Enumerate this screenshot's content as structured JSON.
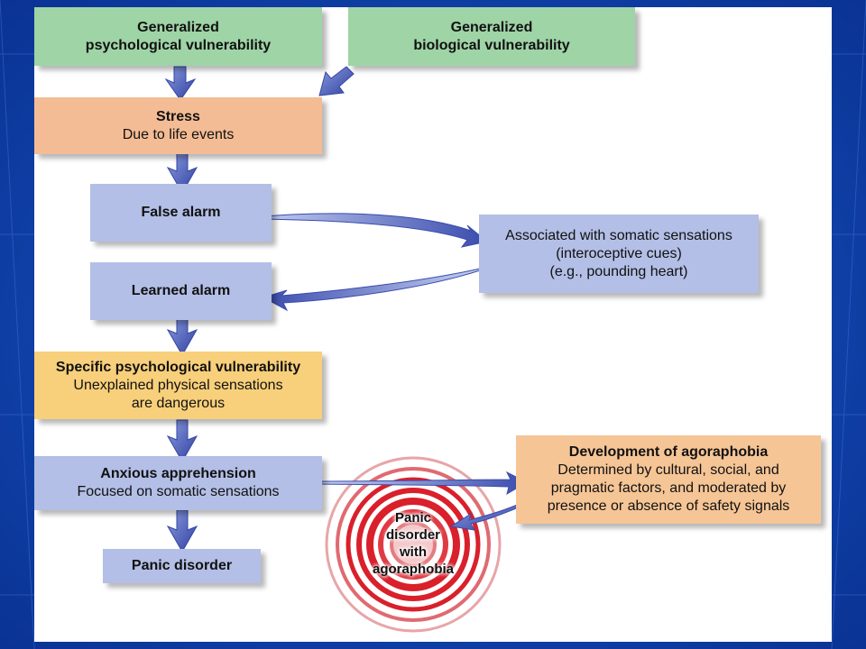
{
  "boxes": {
    "gen_psych": {
      "title": "Generalized",
      "subtitle": "psychological vulnerability"
    },
    "gen_bio": {
      "title": "Generalized",
      "subtitle": "biological vulnerability"
    },
    "stress": {
      "title": "Stress",
      "subtitle": "Due to life events"
    },
    "false_alarm": {
      "title": "False alarm"
    },
    "somatic": {
      "line1": "Associated with somatic sensations",
      "line2": "(interoceptive cues)",
      "line3": "(e.g., pounding heart)"
    },
    "learned_alarm": {
      "title": "Learned alarm"
    },
    "specific_psych": {
      "title": "Specific psychological vulnerability",
      "line2": "Unexplained physical sensations",
      "line3": "are dangerous"
    },
    "anxious": {
      "title": "Anxious apprehension",
      "subtitle": "Focused on somatic sensations"
    },
    "agoraphobia_dev": {
      "title": "Development of agoraphobia",
      "line2": "Determined by cultural, social, and",
      "line3": "pragmatic factors, and moderated by",
      "line4": "presence or absence of safety signals"
    },
    "panic_disorder": {
      "title": "Panic disorder"
    },
    "panic_agora": {
      "line1": "Panic",
      "line2": "disorder",
      "line3": "with",
      "line4": "agoraphobia"
    }
  },
  "colors": {
    "background": "#0e3fa6",
    "green_box": "#9fd4a6",
    "stress_box": "#f4bc94",
    "blue_box": "#b3bfe6",
    "yellow_box": "#f8cf7a",
    "peach_box": "#f6c596",
    "arrow": "#4a5cb8",
    "spiral_red": "#d9202b"
  }
}
